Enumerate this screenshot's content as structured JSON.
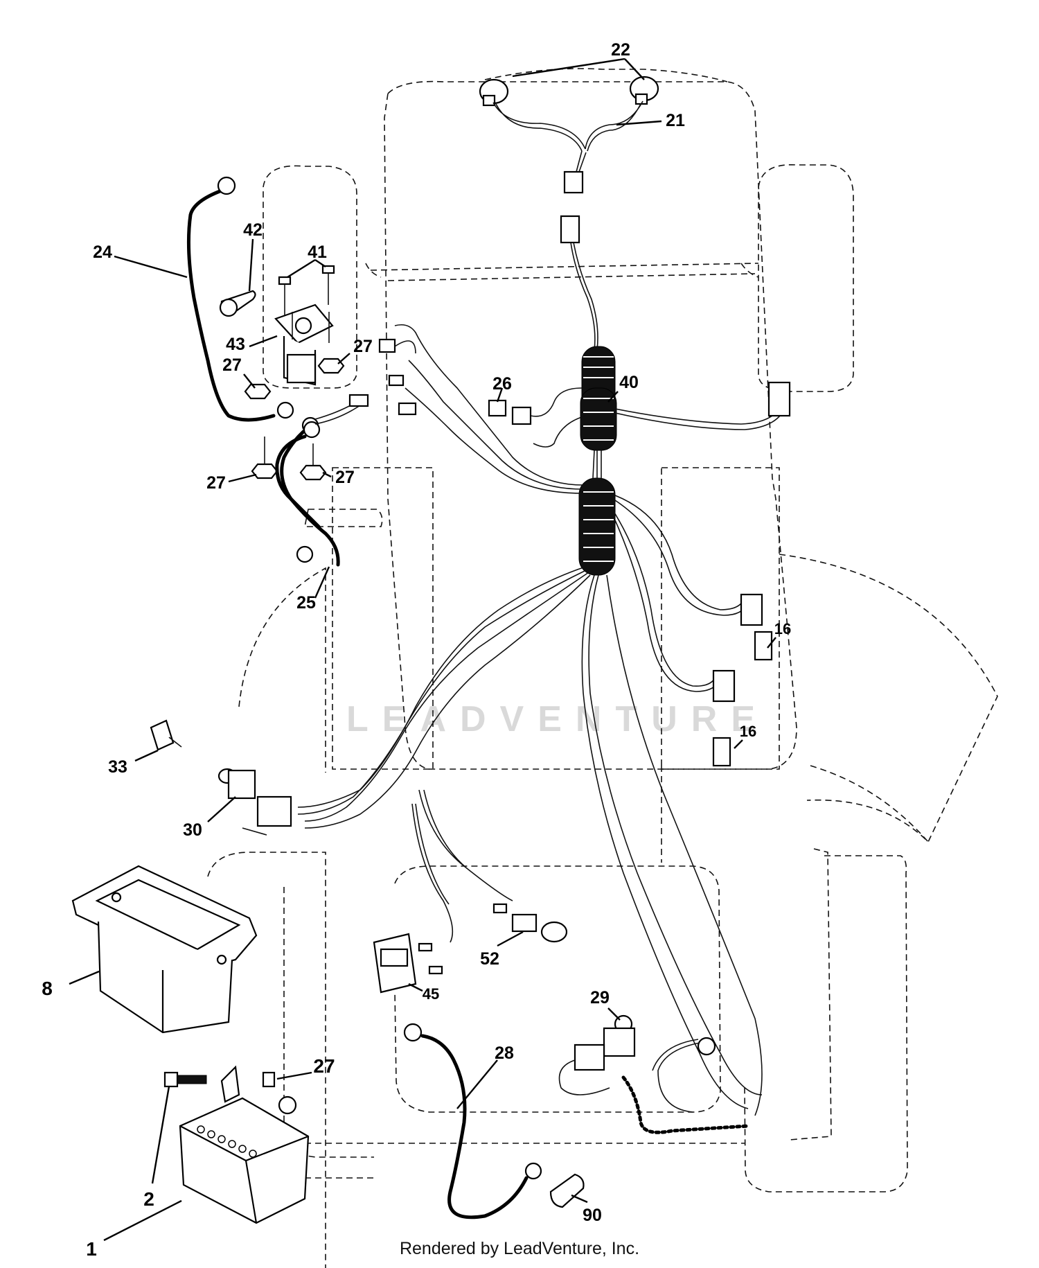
{
  "watermark": "LEADVENTURE",
  "footer": "Rendered by LeadVenture, Inc.",
  "callouts": {
    "c1": "1",
    "c2": "2",
    "c8": "8",
    "c16a": "16",
    "c16b": "16",
    "c21": "21",
    "c22": "22",
    "c24": "24",
    "c25": "25",
    "c26": "26",
    "c27a": "27",
    "c27b": "27",
    "c27c": "27",
    "c27d": "27",
    "c27e": "27",
    "c28": "28",
    "c29": "29",
    "c30": "30",
    "c33": "33",
    "c40": "40",
    "c41": "41",
    "c42": "42",
    "c43": "43",
    "c45": "45",
    "c52": "52",
    "c90": "90"
  }
}
